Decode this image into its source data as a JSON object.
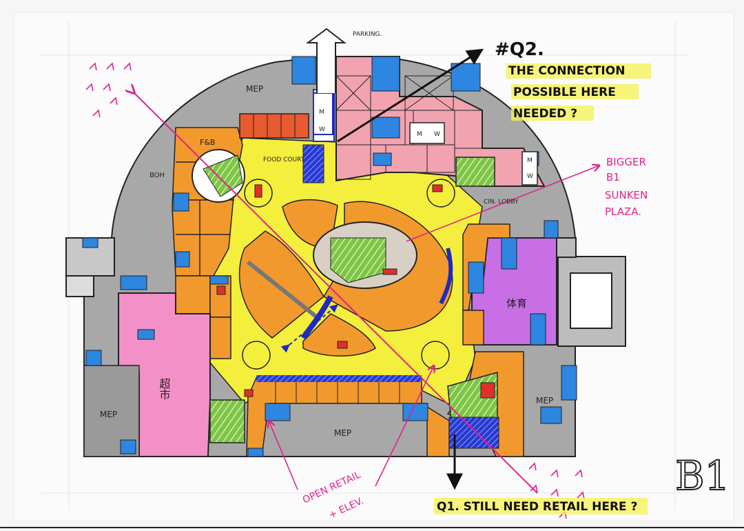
{
  "sheet_label": "B1",
  "notes": {
    "q2": [
      "#Q2.",
      "THE CONNECTION",
      "POSSIBLE HERE",
      "NEEDED ?"
    ],
    "q1": "Q1. STILL NEED RETAIL HERE ?",
    "bigger": [
      "BIGGER",
      "B1",
      "SUNKEN",
      "PLAZA."
    ],
    "open_retail": [
      "OPEN RETAIL",
      "+ ELEV."
    ]
  },
  "labels": {
    "parking": "PARKING.",
    "mep_top": "MEP",
    "mep_left": "MEP",
    "mep_bottom": "MEP",
    "mep_right": "MEP",
    "fb": "F&B",
    "boh": "BOH",
    "food_court": "FOOD COURT",
    "cin_lobby": "CIN. LOBBY",
    "sports": "体育",
    "supermarket": "超市",
    "m": "M",
    "w": "W"
  },
  "colors": {
    "yellow": "#f4ee3c",
    "orange": "#f2992e",
    "pink": "#f490c8",
    "salmon": "#f29aa0",
    "purple": "#c86fe6",
    "grey": "#a8a8a8",
    "blue": "#2d86e0",
    "green": "#7dc44b",
    "red": "#e0302a",
    "magenta": "#e0228a",
    "navy": "#1f2ac0"
  }
}
